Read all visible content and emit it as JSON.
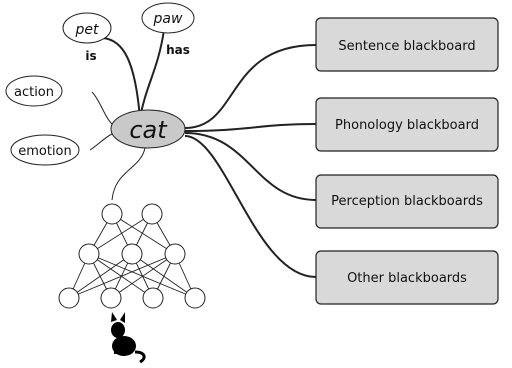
{
  "center": {
    "label": "cat"
  },
  "concepts": {
    "pet": "pet",
    "paw": "paw",
    "action": "action",
    "emotion": "emotion"
  },
  "relations": {
    "is": "is",
    "has": "has"
  },
  "blackboards": [
    {
      "label": "Sentence blackboard"
    },
    {
      "label": "Phonology blackboard"
    },
    {
      "label": "Perception blackboards"
    },
    {
      "label": "Other blackboards"
    }
  ],
  "network": {
    "layers": [
      2,
      3,
      4
    ]
  }
}
